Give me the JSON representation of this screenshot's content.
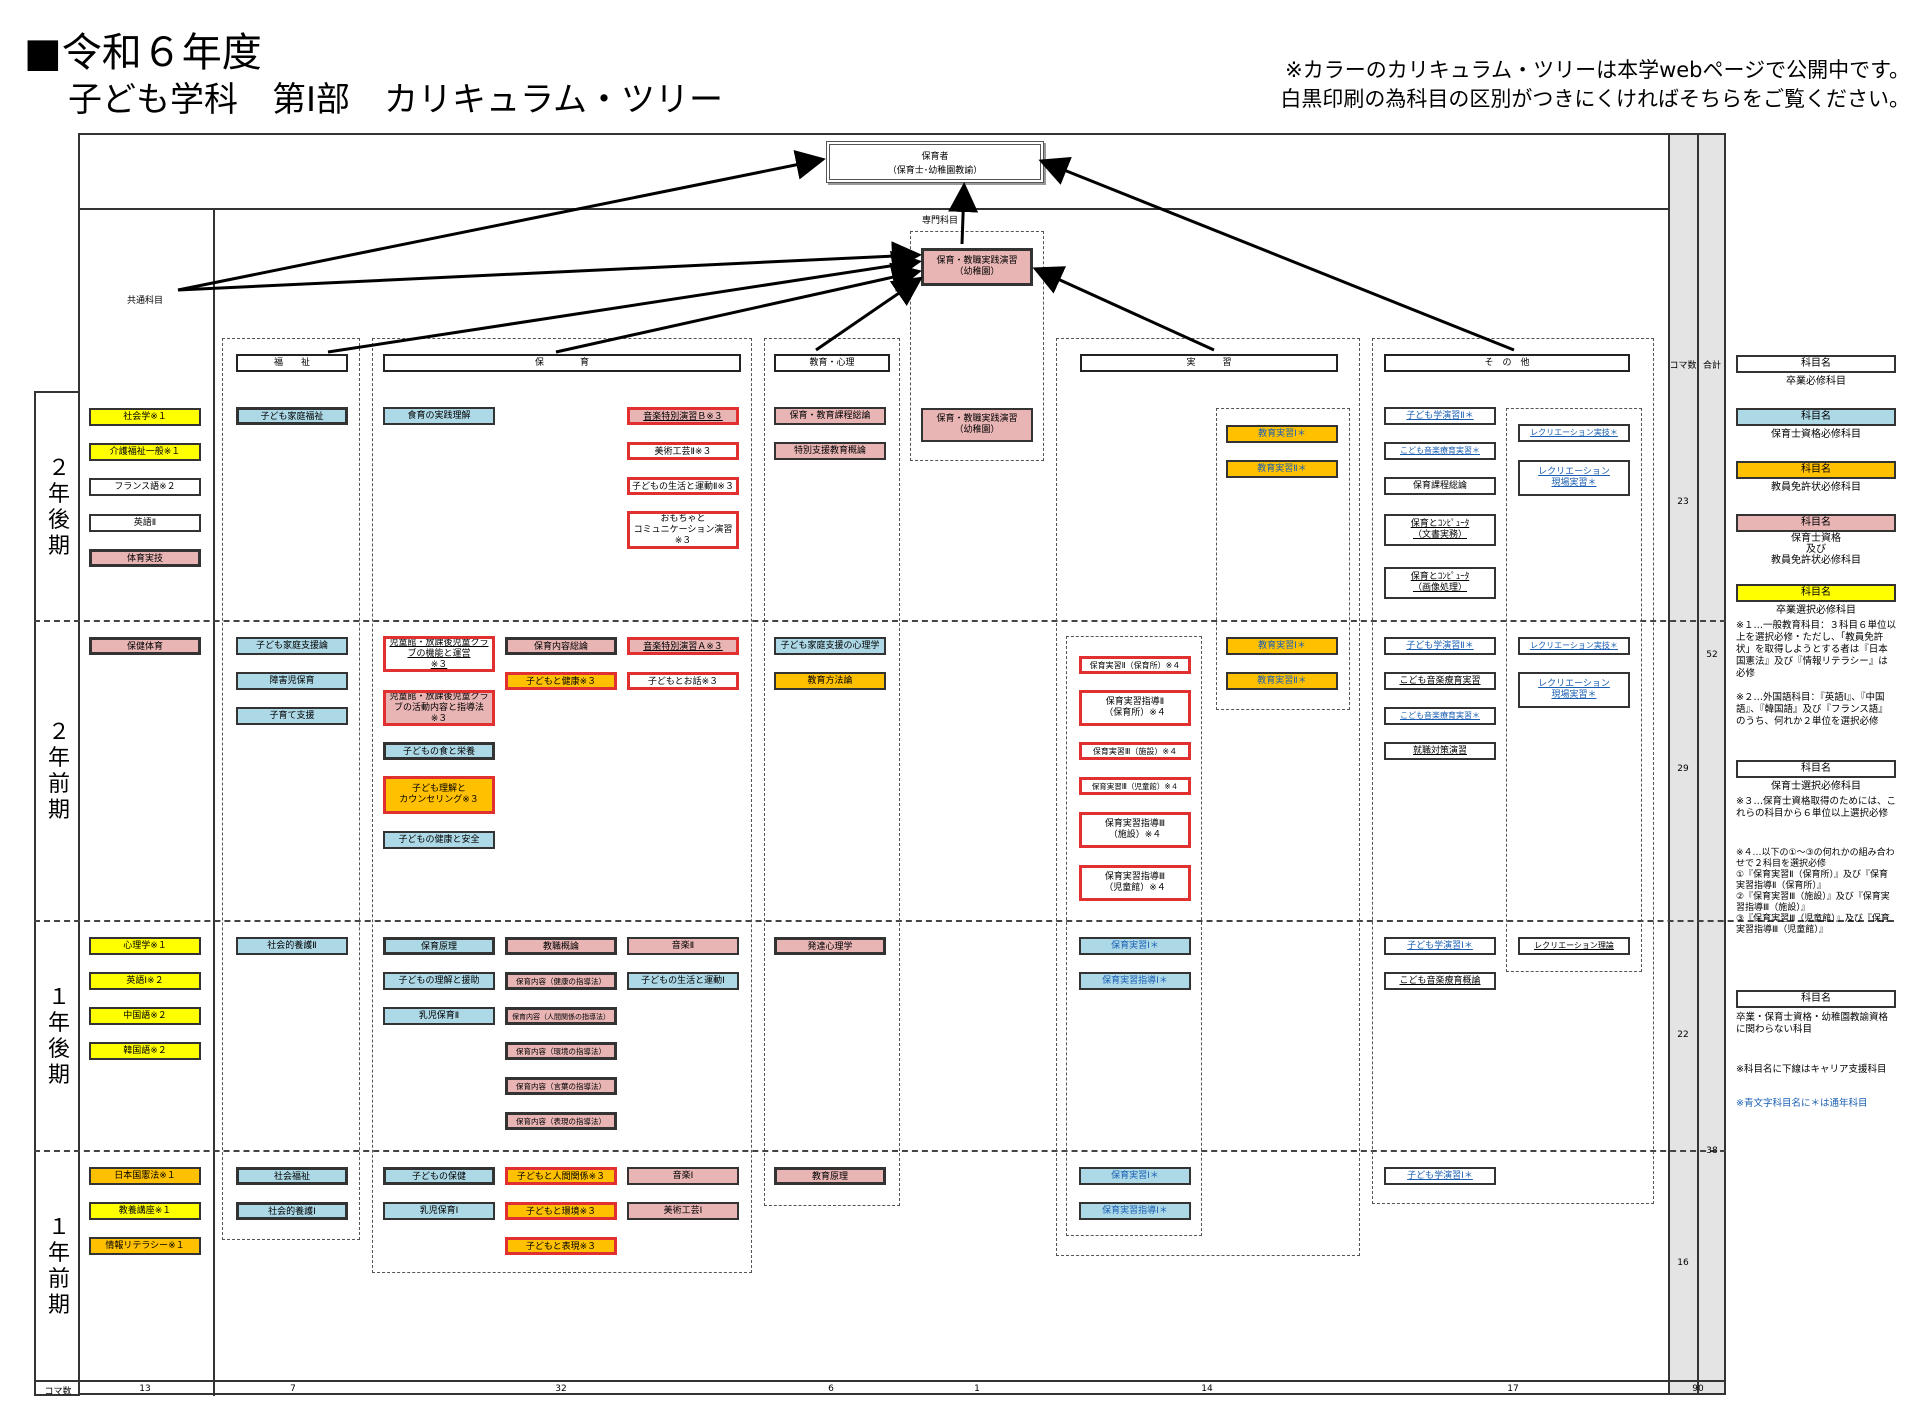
{
  "title_line1": "■令和６年度",
  "title_line2": "子ども学科　第Ⅰ部　カリキュラム・ツリー",
  "note_line1": "※カラーのカリキュラム・ツリーは本学webページで公開中です。",
  "note_line2": "白黒印刷の為科目の区別がつきにくければそちらをご覧ください。",
  "top_box": {
    "line1": "保育者",
    "line2": "（保育士･幼稚園教諭）"
  },
  "senmon_label": "専門科目",
  "kyotsu_label": "共通科目",
  "practice_top": {
    "line1": "保育・教職実践演習",
    "line2": "（幼稚園）"
  },
  "headers": {
    "fukushi": "福　　祉",
    "hoiku": "保　　　　育",
    "kyoiku": "教育・心理",
    "jisshu": "実　　　習",
    "sonota": "そ　の　他",
    "koma": "コマ数",
    "total": "合計"
  },
  "semesters": {
    "s2b": "２年後期",
    "s2a": "２年前期",
    "s1b": "１年後期",
    "s1a": "１年前期"
  },
  "subjects": {
    "c1": "社会学※１",
    "c2": "介護福祉一般※１",
    "c3": "フランス語※２",
    "c4": "英語Ⅱ",
    "c5": "体育実技",
    "c6": "保健体育",
    "c7": "心理学※１",
    "c8": "英語Ⅰ※２",
    "c9": "中国語※２",
    "c10": "韓国語※２",
    "c11": "日本国憲法※１",
    "c12": "教養講座※１",
    "c13": "情報リテラシー※１",
    "f1": "子ども家庭福祉",
    "f2": "子ども家庭支援論",
    "f3": "障害児保育",
    "f4": "子育て支援",
    "f5": "社会的養護Ⅱ",
    "f6": "社会福祉",
    "f7": "社会的養護Ⅰ",
    "h1": "食育の実践理解",
    "h2": "音楽特別演習Ｂ※３",
    "h3": "美術工芸Ⅱ※３",
    "h4": "子どもの生活と運動Ⅱ※３",
    "h5": "おもちゃと\nコミュニケーション演習\n※３",
    "h6": "児童館・放課後児童クラブの機能と運営\n※３",
    "h7": "保育内容総論",
    "h8": "音楽特別演習Ａ※３",
    "h9": "子どもと健康※３",
    "h10": "子どもとお話※３",
    "h11": "児童館・放課後児童クラブの活動内容と指導法\n※３",
    "h12": "子どもの食と栄養",
    "h13": "子ども理解と\nカウンセリング※３",
    "h14": "子どもの健康と安全",
    "h15": "保育原理",
    "h16": "教職概論",
    "h17": "音楽Ⅱ",
    "h18": "子どもの理解と援助",
    "h19": "保育内容（健康の指導法）",
    "h20": "子どもの生活と運動Ⅰ",
    "h21": "乳児保育Ⅱ",
    "h22": "保育内容（人間関係の指導法）",
    "h23": "保育内容（環境の指導法）",
    "h24": "保育内容（言葉の指導法）",
    "h25": "保育内容（表現の指導法）",
    "h26": "子どもの保健",
    "h27": "子どもと人間関係※３",
    "h28": "音楽Ⅰ",
    "h29": "乳児保育Ⅰ",
    "h30": "子どもと環境※３",
    "h31": "美術工芸Ⅰ",
    "h32": "子どもと表現※３",
    "k1": "保育・教育課程総論",
    "k2": "特別支援教育概論",
    "k3": "子ども家庭支援の心理学",
    "k4": "教育方法論",
    "k5": "発達心理学",
    "k6": "教育原理",
    "p1": "保育・教職実践演習\n（幼稚園）",
    "j1": "教育実習Ⅰ＊",
    "j2": "教育実習Ⅱ＊",
    "j3": "教育実習Ⅰ＊",
    "j4": "教育実習Ⅱ＊",
    "j5": "保育実習Ⅱ（保育所）※４",
    "j6": "保育実習指導Ⅱ\n（保育所）※４",
    "j7": "保育実習Ⅲ（施設）※４",
    "j8": "保育実習Ⅲ（児童館）※４",
    "j9": "保育実習指導Ⅲ\n（施設）※４",
    "j10": "保育実習指導Ⅲ\n（児童館）※４",
    "j11": "保育実習Ⅰ＊",
    "j12": "保育実習指導Ⅰ＊",
    "j13": "保育実習Ⅰ＊",
    "j14": "保育実習指導Ⅰ＊",
    "o1": "子ども学演習Ⅱ＊",
    "o2": "こども音楽療育実習＊",
    "o3": "保育課程総論",
    "o4": "保育とｺﾝﾋﾟｭｰﾀ\n（文書実務）",
    "o5": "保育とｺﾝﾋﾟｭｰﾀ\n（画像処理）",
    "o6": "子ども学演習Ⅱ＊",
    "o7": "こども音楽療育実習",
    "o8": "こども音楽療育実習＊",
    "o9": "就職対策演習",
    "o10": "子ども学演習Ⅰ＊",
    "o11": "こども音楽療育概論",
    "o12": "子ども学演習Ⅰ＊",
    "r1": "レクリエーション実技＊",
    "r2": "レクリエーション\n現場実習＊",
    "r3": "レクリエーション実技＊",
    "r4": "レクリエーション\n現場実習＊",
    "r5": "レクリエーション理論"
  },
  "counts": {
    "s2b": "23",
    "s2a": "29",
    "s1b": "22",
    "s1a": "16",
    "y2": "52",
    "y1": "38",
    "label": "コマ数",
    "c_kyotsu": "13",
    "c_fukushi": "7",
    "c_hoiku": "32",
    "c_kyoiku": "6",
    "c_practice": "1",
    "c_jisshu": "14",
    "c_sonota": "17",
    "c_total": "90"
  },
  "legend": {
    "l1": "科目名",
    "l1t": "卒業必修科目",
    "l2": "科目名",
    "l2t": "保育士資格必修科目",
    "l3": "科目名",
    "l3t": "教員免許状必修科目",
    "l4": "科目名",
    "l4t": "保育士資格\n及び\n教員免許状必修科目",
    "l5": "科目名",
    "l5t": "卒業選択必修科目",
    "n1": "※１…一般教育科目：３科目６単位以上を選択必修・ただし、「教員免許状」を取得しようとする者は『日本国憲法』及び『情報リテラシー』は必修",
    "n2": "※２…外国語科目：『英語Ⅰ』、『中国語』、『韓国語』及び『フランス語』のうち、何れか２単位を選択必修",
    "l6": "科目名",
    "l6t": "保育士選択必修科目",
    "n3": "※３…保育士資格取得のためには、これらの科目から６単位以上選択必修",
    "n4": "※４…以下の①～③の何れかの組み合わせで２科目を選択必修\n①『保育実習Ⅱ（保育所）』及び『保育実習指導Ⅱ（保育所）』\n②『保育実習Ⅲ（施設）』及び『保育実習指導Ⅲ（施設）』\n③『保育実習Ⅲ（児童館）』及び『保育実習指導Ⅲ（児童館）』",
    "l7": "科目名",
    "l7t": "卒業・保育士資格・幼稚園教諭資格に関わらない科目",
    "n5": "※科目名に下線はキャリア支援科目",
    "n6": "※青文字科目名に＊は通年科目"
  }
}
